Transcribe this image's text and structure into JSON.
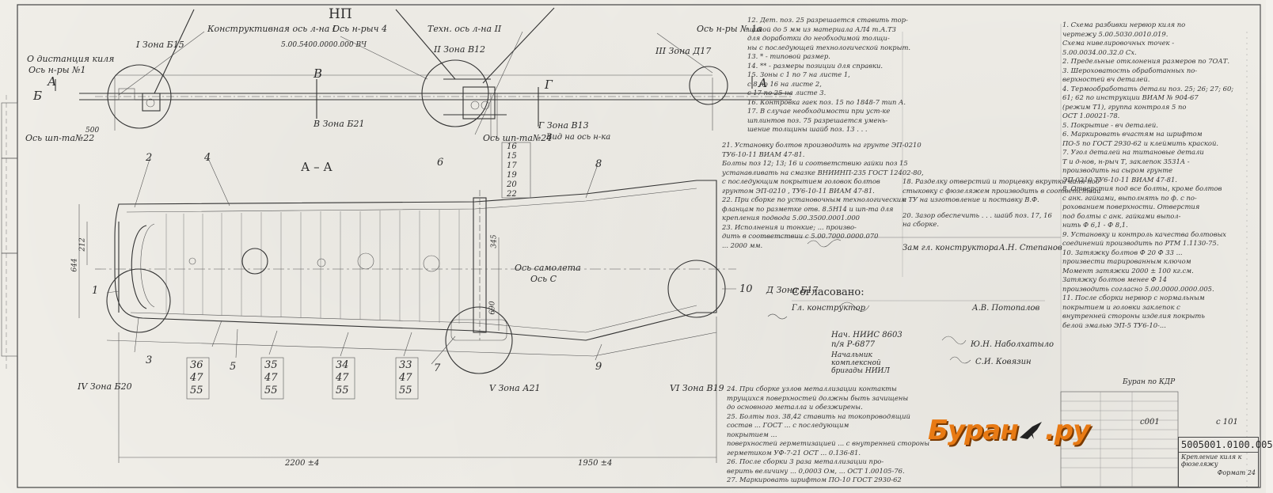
{
  "header": {
    "np_mark": "НП",
    "top_code": "5.00.5400.0000.000 ВЧ"
  },
  "axes_labels": {
    "kil_distance": "О дистанция киля",
    "rib_axis_1": "Ось н-ры №1",
    "construct_axis": "Конструктивная ось л-на I",
    "rib_axis_4": "Ось н-рыч 4",
    "tech_axis": "Техн. ось л-на II",
    "rib_axis_1a": "Ось н-ры № 1а",
    "spar_axis_22": "Ось шп-та№22",
    "spar_axis_24": "Ось шп-та№24",
    "plane_axis": "Ось самолета",
    "axis_c": "Ось С",
    "aa_section": "А – А",
    "tail_view": "Вид на ось н-ка"
  },
  "zones": {
    "z1": "I  Зона Б15",
    "z2": "II  Зона В12",
    "z3": "III  Зона Д17",
    "z4": "IV  Зона Б20",
    "z5": "V  Зона А21",
    "z6": "VI  Зона В19",
    "zb": "В  Зона Б21",
    "zg": "Г  Зона В13",
    "zd": "Д  Зона Б17"
  },
  "section_letters": [
    "А",
    "Б",
    "В",
    "Г",
    "А"
  ],
  "callouts": [
    "1",
    "2",
    "3",
    "4",
    "5",
    "6",
    "7",
    "8",
    "9",
    "10"
  ],
  "stacks": [
    [
      "36",
      "47",
      "55"
    ],
    [
      "35",
      "47",
      "55"
    ],
    [
      "34",
      "47",
      "55"
    ],
    [
      "33",
      "47",
      "55"
    ]
  ],
  "tower_stack": [
    "16",
    "15",
    "17",
    "19",
    "20",
    "22"
  ],
  "dims": {
    "d500": "500",
    "d2200": "2200 ±4",
    "d1950": "1950 ±4",
    "d644": "644",
    "d690": "690",
    "d345": "345",
    "d212": "212"
  },
  "notes_mid": [
    "12. Дет. поз. 25 разрешается ставить тор-",
    "щиной до 5 мм из материала АЛ4 т.А.ТЗ",
    "для доработки до необходимой толщи-",
    "ны с последующей технологической покрыт.",
    "13. * - типовой размер.",
    "14. ** - размеры позиции для справки.",
    "15. Зоны с 1 по 7 на листе 1,",
    "        с 8 по 16 на листе 2,",
    "        с 17 по 25 на листе 3.",
    "16. Контровка гаек поз. 15 по 1848-7 тип А.",
    "17. В случае необходимости при уст-ке",
    "шплинтов поз. 75 разрешается умень-",
    "шение толщины шайб поз. 13 . . .",
    "",
    "21. Установку болтов производить на грунте ЭП-0210",
    "ТУ6-10-11 ВИАМ 47-81.",
    "Болты поз 12; 13; 16 и соответствию гайки поз 15",
    "устанавливать на смазке ВНИИНП-235 ГОСТ 12402-80,",
    "с последующим покрытием головок болтов",
    "грунтом ЭП-0210 , ТУ6-10-11 ВИАМ 47-81.",
    "22. При сборке по установочным технологическим",
    "фланцам по разметке отв. 8.5Н14 и шп-та для",
    "крепления подвода 5.00.3500.0001.000",
    "23. Исполнения и тонкие; ... произво-",
    "дить в соответствии с 5.00.7000.0000.070",
    "... 2000 мм.",
    "",
    "18. Разделку отверстий и торцевку вкрутки киля под",
    "стыковку с фюзеляжем производить в соответствии",
    "с ТУ на изготовление и поставку В.Ф.",
    "20. Зазор обеспечить  . . .  шайб поз. 17, 16",
    "    на сборке."
  ],
  "notes_right": [
    "1. Схема разбивки нервюр киля по",
    "   чертежу 5.00.5030.0010.019.",
    "",
    "   Схема нивелировочных точек -",
    "   5.00.0034.00.32.0 Сх.",
    "2. Предельные отклонения размеров по 7ОАТ.",
    "3. Шероховатость обработанных по-",
    "   верхностей вч деталей.",
    "4. Термообработать детали поз. 25; 26; 27; 60;",
    "   61; 62 по инструкции ВИАМ № 904-67",
    "   (режим Т1), группа контроля 5 по",
    "   ОСТ 1.00021-78.",
    "5. Покрытие - вч деталей.",
    "",
    "6. Маркировать вчастям на шрифтом",
    "   ПО-5 по ГОСТ 2930-62 и клеймить краской.",
    "7. Угол деталей на титановые детали",
    "   Т и д-нов, н-рыч Т, заклепок 3531А -",
    "   производить на сыром грунте",
    "   ЭП-0210 ТУ6-10-11 ВИАМ 47-81.",
    "8. Отверстия под все болты, кроме болтов",
    "   с анк. гайками, выполнять по ф. с по-",
    "   рохованием поверхности. Отверстия",
    "   под болты с анк. гайками выпол-",
    "   нить Ф 6,1 - Ф 8,1.",
    "9. Установку и контроль качества болтовых",
    "   соединений производить по РТМ 1.1130-75.",
    "10. Затяжку болтов Ф 20 Ф 33 ...",
    "    произвести тарированным ключом",
    "    Момент затяжки 2000 ± 100 кг.см.",
    "    Затяжку болтов менее Ф 14",
    "    производить согласно 5.00.0000.0000.005.",
    "11. После сборки нервюр с нормальным",
    "    покрытием и головки заклепок с",
    "    внутренней стороны изделия покрыть",
    "    белой эмалью ЭП-5 ТУ6-10-..."
  ],
  "notes_bottom": [
    "24. При сборке узлов металлизации контакты",
    "    трущихся поверхностей должны быть зачищены",
    "    до основного металла и обезжирены.",
    "25. Болты поз. 38,42 ставить на токопроводящий",
    "    состав ... ГОСТ ... с последующим",
    "    покрытием ...",
    "    поверхностей герметизацией ... с внутренней стороны",
    "    герметиком УФ-7-21 ОСТ ... 0.136-81.",
    "26. После сборки 3 раза металлизации про-",
    "    верить величину ... 0,0003 Ом, ... ОСТ 1.00105-76.",
    "27. Маркировать шрифтом ПО-10 ГОСТ 2930-62"
  ],
  "approvals": {
    "deputy_chief": "Зам гл. конструктора",
    "deputy_name": "А.Н. Степанов",
    "agreed": "Согласовано:",
    "chief_designer": "Гл. конструктор",
    "chief_name": "А.В. Потопалов",
    "nius_head": "Нач. НИИС 8603",
    "po": "п/я Р-6877",
    "nii_head": "Начальник комплексной бригады НИИЛ",
    "name3": "Ю.Н. Наболхатыло",
    "name4": "С.И. Ковязин",
    "buran_note": "Буран по КДР"
  },
  "stamp": {
    "code": "5005001.0100.005",
    "title": "Крепление киля к фюзеляжу",
    "format": "Формат 24",
    "sheet_left": "с001",
    "sheet_right": "с 101"
  },
  "badge": {
    "text_left": "Буран",
    "text_right": ".ру"
  },
  "colors": {
    "ink": "#333333",
    "paper": "#f2f0ea",
    "brand": "#e87a14"
  }
}
